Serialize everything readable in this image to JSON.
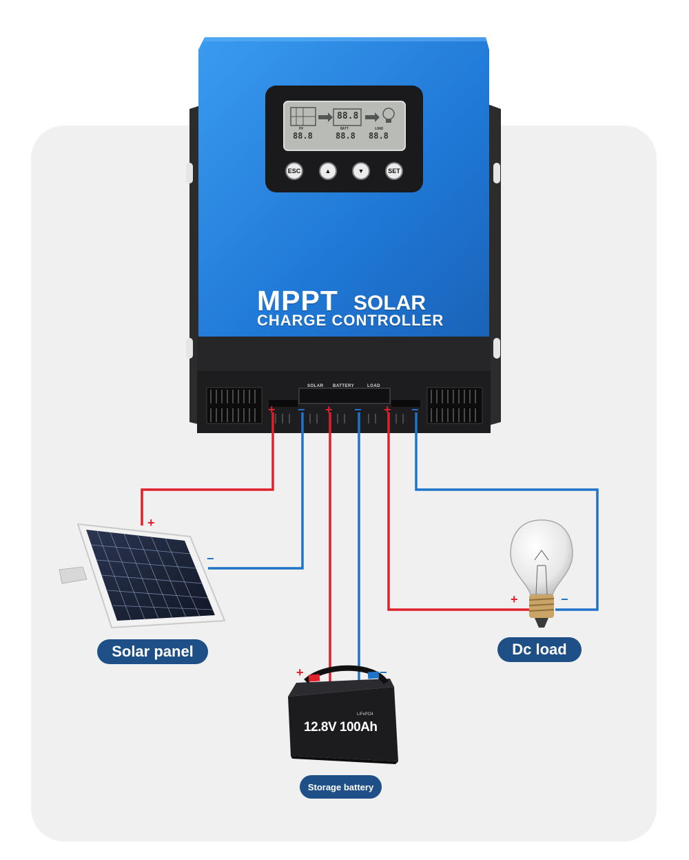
{
  "product": {
    "brand_line1_main": "MPPT",
    "brand_line1_sub": "SOLAR",
    "brand_line2": "CHARGE CONTROLLER",
    "buttons": {
      "esc": "ESC",
      "up": "▲",
      "down": "▼",
      "set": "SET"
    },
    "terminal_labels": {
      "solar": "SOLAR",
      "battery": "BATTERY",
      "load": "LOAD"
    },
    "lcd": {
      "top": "88.8",
      "pv": "88.8",
      "batt": "88.8",
      "load": "88.8",
      "pv_label": "PV",
      "batt_label": "BATT",
      "load_label": "LOAD"
    }
  },
  "components": {
    "solar_panel": "Solar panel",
    "dc_load": "Dc load",
    "storage_battery": "Storage battery",
    "battery_rating": "12.8V 100Ah",
    "battery_chem": "LiFePO4"
  },
  "polarity": {
    "positive": "+",
    "negative": "−"
  },
  "colors": {
    "positive_wire": "#e0202a",
    "negative_wire": "#1f73c8",
    "controller_blue": "#2a86e0",
    "label_pill": "#1e4f86"
  }
}
